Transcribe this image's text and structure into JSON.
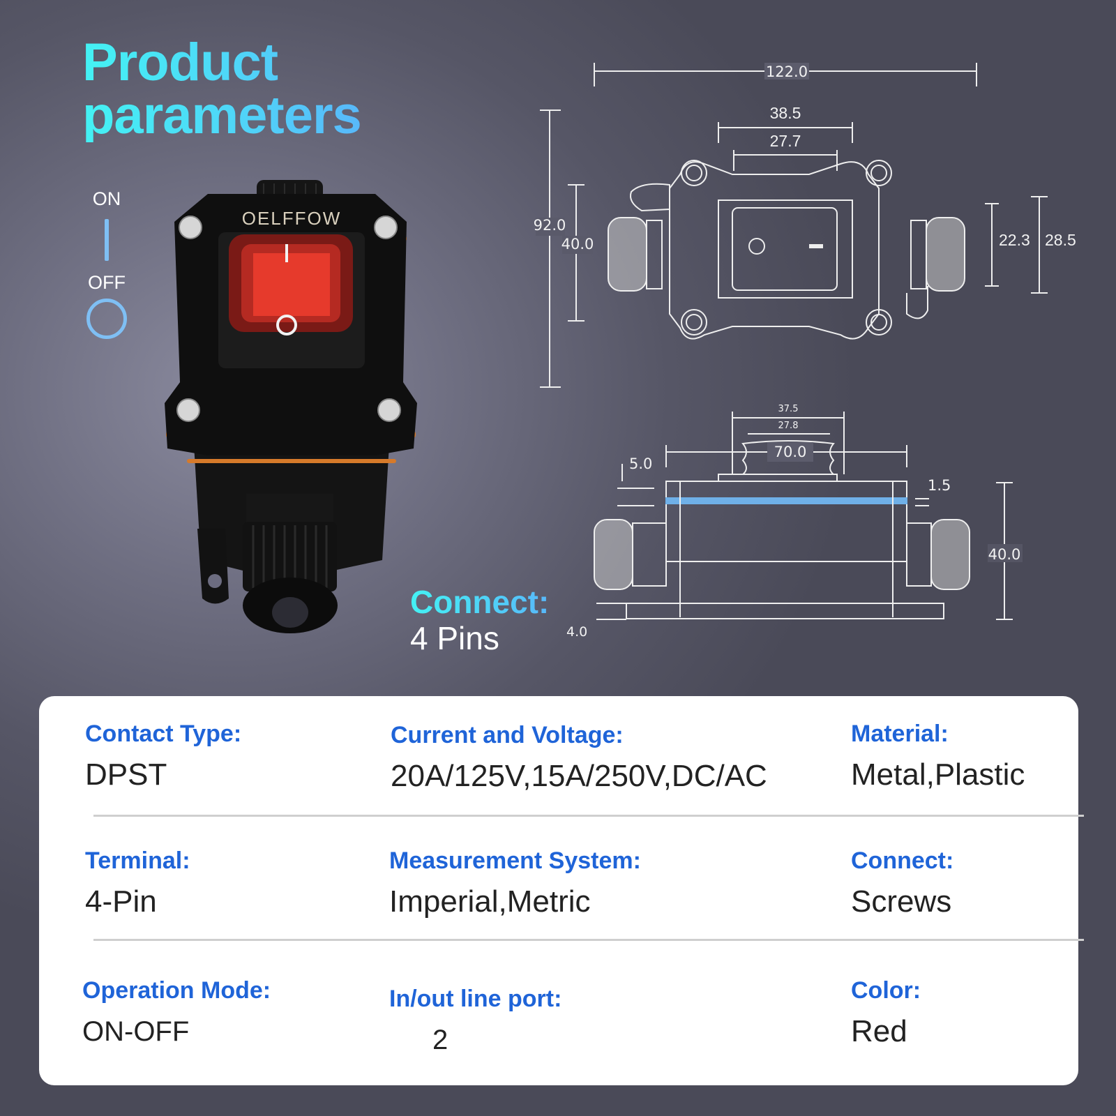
{
  "header": {
    "title_line1": "Product",
    "title_line2": "parameters"
  },
  "switch_legend": {
    "on_label": "ON",
    "off_label": "OFF",
    "accent": "#7fbff4"
  },
  "product_image": {
    "brand": "OELFFOW",
    "rocker_on_symbol": "I",
    "rocker_off_symbol": "O",
    "rocker_color": "#d8231c"
  },
  "connect_callout": {
    "label": "Connect:",
    "value": "4 Pins"
  },
  "drawing": {
    "top_view": {
      "overall_width": "122.0",
      "housing_width": "38.5",
      "switch_width": "27.7",
      "overall_height": "92.0",
      "body_height": "40.0",
      "gland_inner": "22.3",
      "gland_outer": "28.5",
      "rocker_symbols": [
        "O",
        "-"
      ]
    },
    "side_view": {
      "cap_outer": "37.5",
      "cap_inner": "27.8",
      "body_width": "70.0",
      "lid_thickness": "5.0",
      "seal_thickness": "1.5",
      "height": "40.0",
      "base_thickness": "4.0"
    }
  },
  "specs": [
    {
      "key": "Contact Type:",
      "value": "DPST"
    },
    {
      "key": "Current and Voltage:",
      "value": "20A/125V,15A/250V,DC/AC"
    },
    {
      "key": "Material:",
      "value": "Metal,Plastic"
    },
    {
      "key": "Terminal:",
      "value": "4-Pin"
    },
    {
      "key": "Measurement System:",
      "value": "Imperial,Metric"
    },
    {
      "key": "Connect:",
      "value": "Screws"
    },
    {
      "key": "Operation Mode:",
      "value": "ON-OFF"
    },
    {
      "key": "In/out line port:",
      "value": "2"
    },
    {
      "key": "Color:",
      "value": "Red"
    }
  ],
  "colors": {
    "title_cyan": "#44f2f4",
    "spec_key_blue": "#1f64d8",
    "card_bg": "#ffffff"
  }
}
